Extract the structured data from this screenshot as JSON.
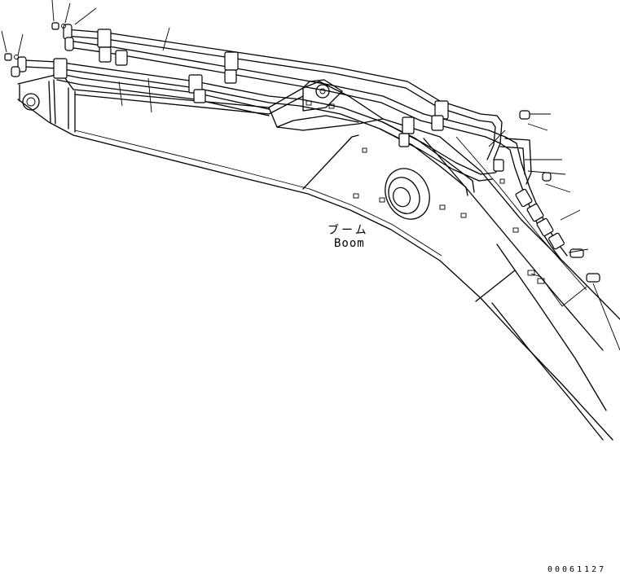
{
  "part_label": {
    "japanese": "ブーム",
    "english": "Boom"
  },
  "drawing_number": "00061127"
}
